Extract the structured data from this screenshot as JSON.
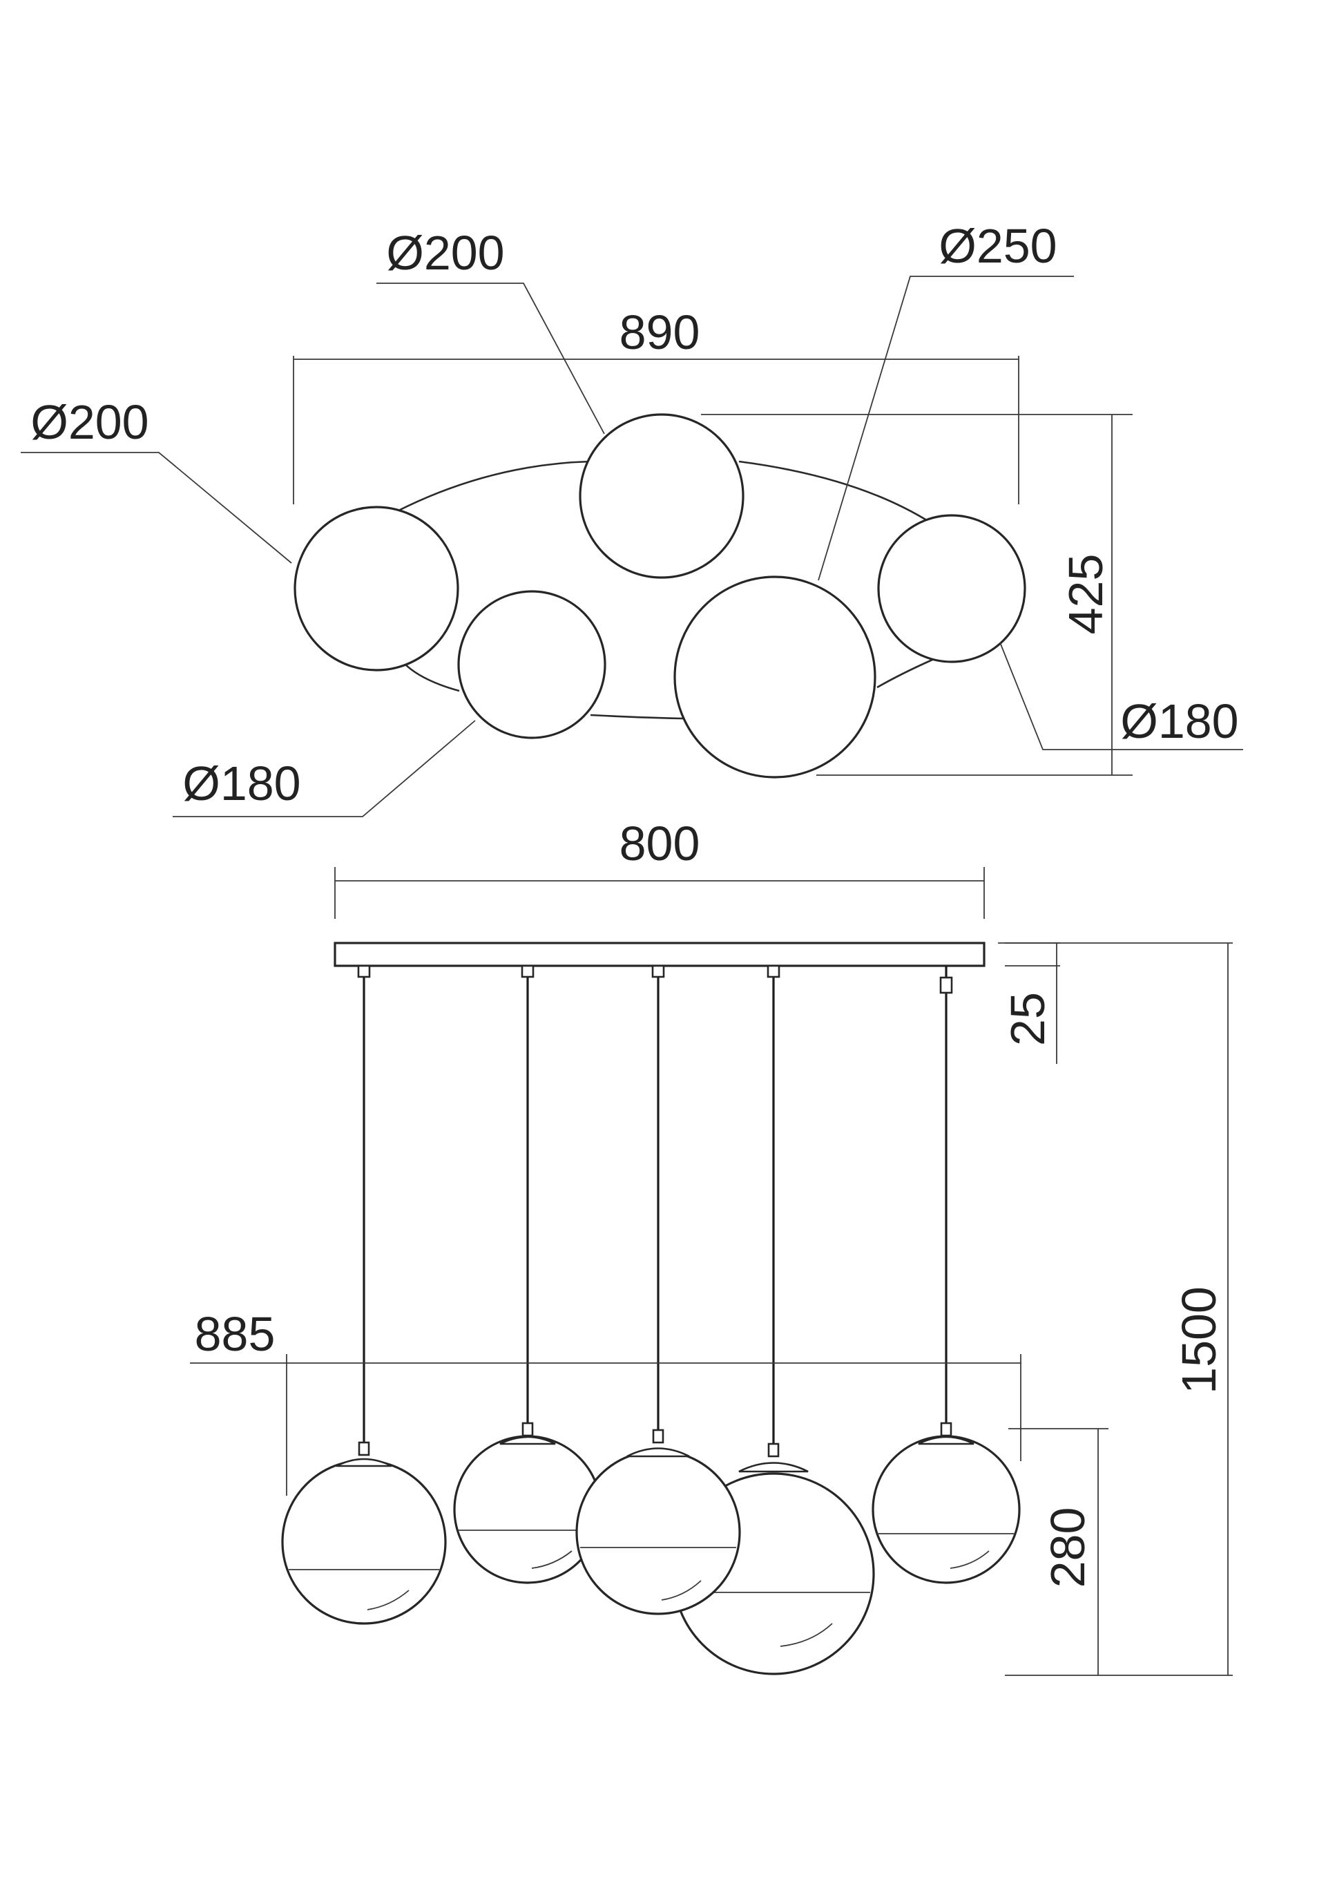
{
  "top_view": {
    "globe_diameters": [
      "Ø200",
      "Ø200",
      "Ø250",
      "Ø180",
      "Ø180"
    ],
    "width": "890",
    "depth": "425"
  },
  "side_view": {
    "canopy_length": "800",
    "canopy_height": "25",
    "total_height": "1500",
    "spread": "885",
    "globe_height": "280"
  }
}
